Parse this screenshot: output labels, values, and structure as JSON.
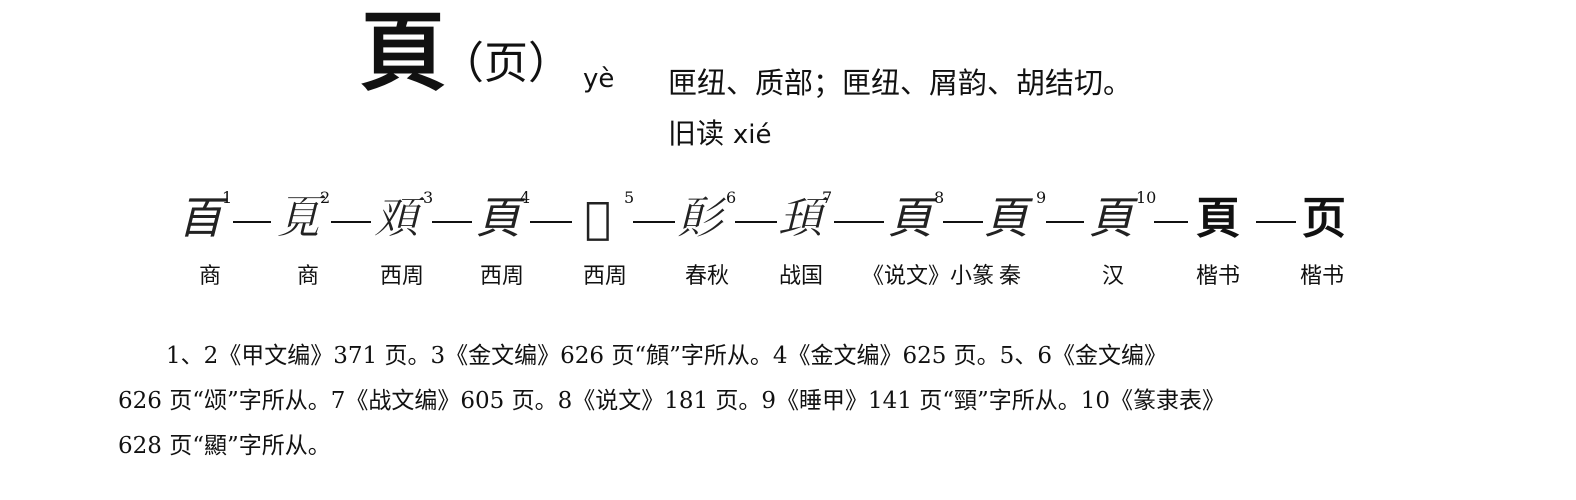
{
  "entry": {
    "headword": "頁",
    "simplified": "（页）",
    "pinyin": "yè",
    "fanqie": "匣纽、质部；匣纽、屑韵、胡结切。",
    "old_reading_label": "旧读",
    "old_reading_pinyin": "xié"
  },
  "evolution": [
    {
      "index": "1",
      "glyph": "𦣻",
      "era": "商"
    },
    {
      "index": "2",
      "glyph": "𩑋",
      "era": "商"
    },
    {
      "index": "3",
      "glyph": "𩑐",
      "era": "西周"
    },
    {
      "index": "4",
      "glyph": "頁",
      "era": "西周"
    },
    {
      "index": "5",
      "glyph": "𩑗",
      "era": "西周"
    },
    {
      "index": "6",
      "glyph": "𩑘",
      "era": "春秋"
    },
    {
      "index": "7",
      "glyph": "𩑙",
      "era": "战国"
    },
    {
      "index": "8",
      "glyph": "頁",
      "era": "《说文》小篆"
    },
    {
      "index": "9",
      "glyph": "頁",
      "era": "秦"
    },
    {
      "index": "10",
      "glyph": "頁",
      "era": "汉"
    },
    {
      "index": "",
      "glyph": "頁",
      "era": "楷书"
    },
    {
      "index": "",
      "glyph": "页",
      "era": "楷书"
    }
  ],
  "notes": [
    "1、2《甲文编》371 页。3《金文编》626 页“頠”字所从。4《金文编》625 页。5、6《金文编》",
    "626 页“颂”字所从。7《战文编》605 页。8《说文》181 页。9《睡甲》141 页“頸”字所从。10《篆隶表》",
    "628 页“顯”字所从。"
  ]
}
